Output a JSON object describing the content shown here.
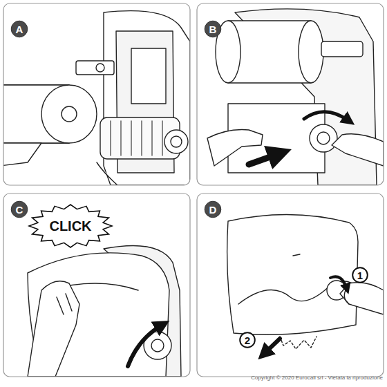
{
  "diagram": {
    "nodes": [
      {
        "text": [
          "A"
        ]
      },
      {
        "text": [
          "B"
        ]
      },
      {
        "text": [
          "C"
        ]
      },
      {
        "text": [
          "CLICK"
        ]
      },
      {
        "text": [
          "D"
        ]
      },
      {
        "text": [
          "1"
        ]
      },
      {
        "text": [
          "2"
        ]
      }
    ],
    "labels": [
      "Copyright © 2020 Eurocali srl - Vietata la riproduzione"
    ]
  }
}
